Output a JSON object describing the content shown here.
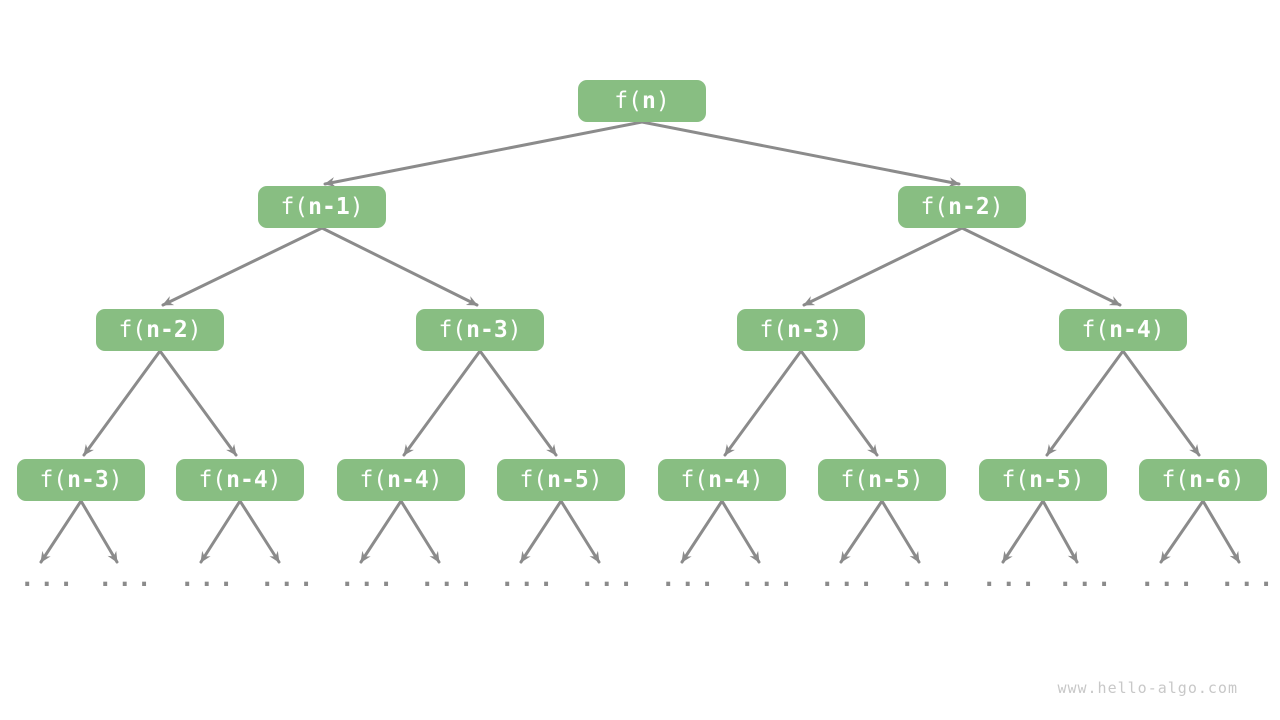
{
  "diagram": {
    "nodes": [
      {
        "pre": "f(",
        "mid": "n",
        "post": ")"
      },
      {
        "pre": "f(",
        "mid": "n-1",
        "post": ")"
      },
      {
        "pre": "f(",
        "mid": "n-2",
        "post": ")"
      },
      {
        "pre": "f(",
        "mid": "n-2",
        "post": ")"
      },
      {
        "pre": "f(",
        "mid": "n-3",
        "post": ")"
      },
      {
        "pre": "f(",
        "mid": "n-3",
        "post": ")"
      },
      {
        "pre": "f(",
        "mid": "n-4",
        "post": ")"
      },
      {
        "pre": "f(",
        "mid": "n-3",
        "post": ")"
      },
      {
        "pre": "f(",
        "mid": "n-4",
        "post": ")"
      },
      {
        "pre": "f(",
        "mid": "n-4",
        "post": ")"
      },
      {
        "pre": "f(",
        "mid": "n-5",
        "post": ")"
      },
      {
        "pre": "f(",
        "mid": "n-4",
        "post": ")"
      },
      {
        "pre": "f(",
        "mid": "n-5",
        "post": ")"
      },
      {
        "pre": "f(",
        "mid": "n-5",
        "post": ")"
      },
      {
        "pre": "f(",
        "mid": "n-6",
        "post": ")"
      }
    ],
    "ellipsis": "...",
    "colors": {
      "node_fill": "#88BE82",
      "node_text": "#FFFFFF",
      "arrow": "#8B8B8B",
      "watermark": "#C8C8C8",
      "background": "#FFFFFF"
    }
  },
  "watermark": {
    "text": "www.hello-algo.com"
  }
}
